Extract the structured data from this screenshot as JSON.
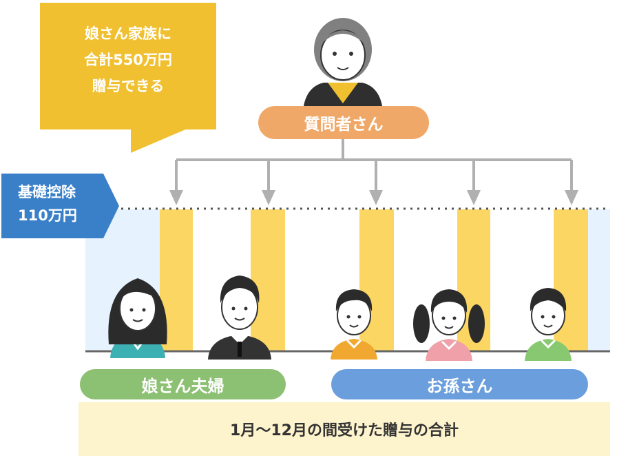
{
  "callout": {
    "line1": "娘さん家族に",
    "line2": "合計550万円",
    "line3": "贈与できる"
  },
  "asker": {
    "label": "質問者さん"
  },
  "basic_deduction": {
    "line1": "基礎控除",
    "line2": "110万円"
  },
  "groups": {
    "daughter_couple": "娘さん夫婦",
    "grandchildren": "お孫さん"
  },
  "footer": {
    "label": "1月～12月の間受けた贈与の合計"
  },
  "recipients": [
    {
      "icon": "woman-avatar-icon",
      "shirt": "#3db0b4"
    },
    {
      "icon": "man-suit-avatar-icon",
      "shirt": "#333333"
    },
    {
      "icon": "boy-avatar-icon",
      "shirt": "#f0a830"
    },
    {
      "icon": "girl-avatar-icon",
      "shirt": "#f0a0a8"
    },
    {
      "icon": "boy-avatar-icon",
      "shirt": "#88c870"
    }
  ],
  "colors": {
    "gift_bar": "#fcd663",
    "light_band": "#e3f0fc",
    "arrow": "#b0b0b0",
    "dotted_line": "#555555"
  }
}
